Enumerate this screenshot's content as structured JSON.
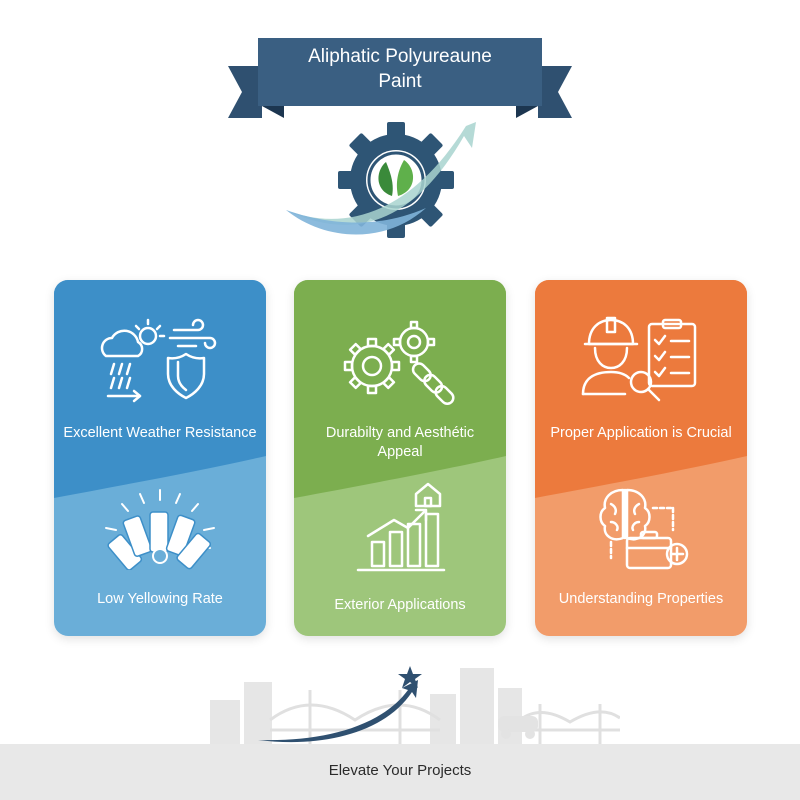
{
  "title": {
    "line1": "Aliphatic Polyureaune",
    "line2": "Paint"
  },
  "colors": {
    "ribbon": "#3a5f82",
    "ribbon_dark": "#24435f",
    "blue_card": "#3d8fc8",
    "green_card": "#7cae4f",
    "orange_card": "#ec7a3d"
  },
  "cards": [
    {
      "top_label": "Excellent Weather Resistance",
      "top_icons": [
        "cloud-rain-icon",
        "sun-icon",
        "wind-icon",
        "shield-icon"
      ],
      "bottom_label": "Low Yellowing Rate",
      "bottom_icons": [
        "color-swatch-fan-icon"
      ]
    },
    {
      "top_label": "Durabilty and Aesthétic Appeal",
      "top_icons": [
        "gears-icon",
        "chain-icon"
      ],
      "bottom_label": "Exterior Applications",
      "bottom_icons": [
        "house-bar-chart-icon"
      ]
    },
    {
      "top_label": "Proper Application is Crucial",
      "top_icons": [
        "worker-helmet-icon",
        "checklist-icon",
        "magnifier-icon"
      ],
      "bottom_label": "Understanding Properties",
      "bottom_icons": [
        "brain-icon",
        "toolbox-icon"
      ]
    }
  ],
  "footer": {
    "text": "Elevate Your Projects"
  }
}
